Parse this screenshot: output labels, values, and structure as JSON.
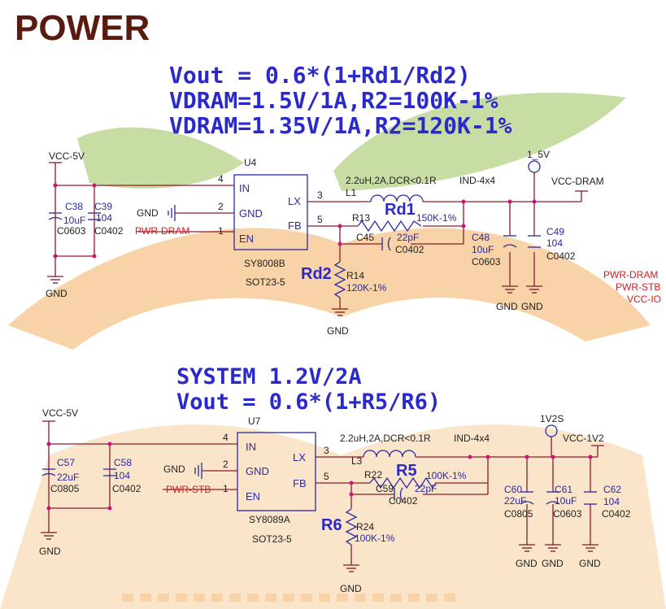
{
  "page": {
    "title": "POWER"
  },
  "colors": {
    "wire": "#8b1c2a",
    "junction": "#d01080",
    "part": "#2a2aa0",
    "label_blue": "#2a2acc",
    "net_red": "#cc2020",
    "ground": "#7a1a24",
    "watermark_green": "#9bc25a",
    "watermark_orange": "#f0b060"
  },
  "dram": {
    "notes": [
      "Vout = 0.6*(1+Rd1/Rd2)",
      "VDRAM=1.5V/1A,R2=100K-1%",
      "VDRAM=1.35V/1A,R2=120K-1%"
    ],
    "vin_net": "VCC-5V",
    "ic": {
      "ref": "U4",
      "part": "SY8008B",
      "package": "SOT23-5",
      "pins": {
        "in": "IN",
        "gnd": "GND",
        "en": "EN",
        "lx": "LX",
        "fb": "FB"
      },
      "pin_numbers": {
        "in": "4",
        "gnd": "2",
        "en": "1",
        "lx": "3",
        "fb": "5"
      }
    },
    "en_net": "PWR-DRAM",
    "gnd_label": "GND",
    "c38": {
      "ref": "C38",
      "value": "10uF",
      "package": "C0603"
    },
    "c39": {
      "ref": "C39",
      "value": "104",
      "package": "C0402"
    },
    "inductor": {
      "spec": "2.2uH,2A,DCR<0.1R",
      "ref": "L1",
      "package": "IND-4x4"
    },
    "r13": {
      "ref": "R13",
      "alias": "Rd1",
      "value": "150K-1%"
    },
    "c45": {
      "ref": "C45",
      "value": "22pF",
      "package": "C0402"
    },
    "r14": {
      "ref": "R14",
      "alias": "Rd2",
      "value": "120K-1%"
    },
    "c48": {
      "ref": "C48",
      "value": "10uF",
      "package": "C0603"
    },
    "c49": {
      "ref": "C49",
      "value": "104",
      "package": "C0402"
    },
    "out_net": "VCC-DRAM",
    "rail": "1_5V",
    "gnd_labels": [
      "GND",
      "GND",
      "GND",
      "GND"
    ]
  },
  "side_nets": [
    "PWR-DRAM",
    "PWR-STB",
    "VCC-IO"
  ],
  "system": {
    "notes": [
      "SYSTEM 1.2V/2A",
      "Vout = 0.6*(1+R5/R6)"
    ],
    "vin_net": "VCC-5V",
    "ic": {
      "ref": "U7",
      "part": "SY8089A",
      "package": "SOT23-5",
      "pins": {
        "in": "IN",
        "gnd": "GND",
        "en": "EN",
        "lx": "LX",
        "fb": "FB"
      },
      "pin_numbers": {
        "in": "4",
        "gnd": "2",
        "en": "1",
        "lx": "3",
        "fb": "5"
      }
    },
    "en_net": "PWR-STB",
    "gnd_label": "GND",
    "c57": {
      "ref": "C57",
      "value": "22uF",
      "package": "C0805"
    },
    "c58": {
      "ref": "C58",
      "value": "104",
      "package": "C0402"
    },
    "inductor": {
      "spec": "2.2uH,2A,DCR<0.1R",
      "ref": "L3",
      "package": "IND-4x4"
    },
    "r22": {
      "ref": "R22",
      "alias": "R5",
      "value": "100K-1%"
    },
    "c59": {
      "ref": "C59",
      "value": "22pF",
      "package": "C0402"
    },
    "r24": {
      "ref": "R24",
      "alias": "R6",
      "value": "100K-1%"
    },
    "c60": {
      "ref": "C60",
      "value": "22uF",
      "package": "C0805"
    },
    "c61": {
      "ref": "C61",
      "value": "10uF",
      "package": "C0603"
    },
    "c62": {
      "ref": "C62",
      "value": "104",
      "package": "C0402"
    },
    "out_net": "VCC-1V2",
    "rail": "1V2S",
    "gnd_labels": [
      "GND",
      "GND",
      "GND",
      "GND",
      "GND"
    ]
  }
}
